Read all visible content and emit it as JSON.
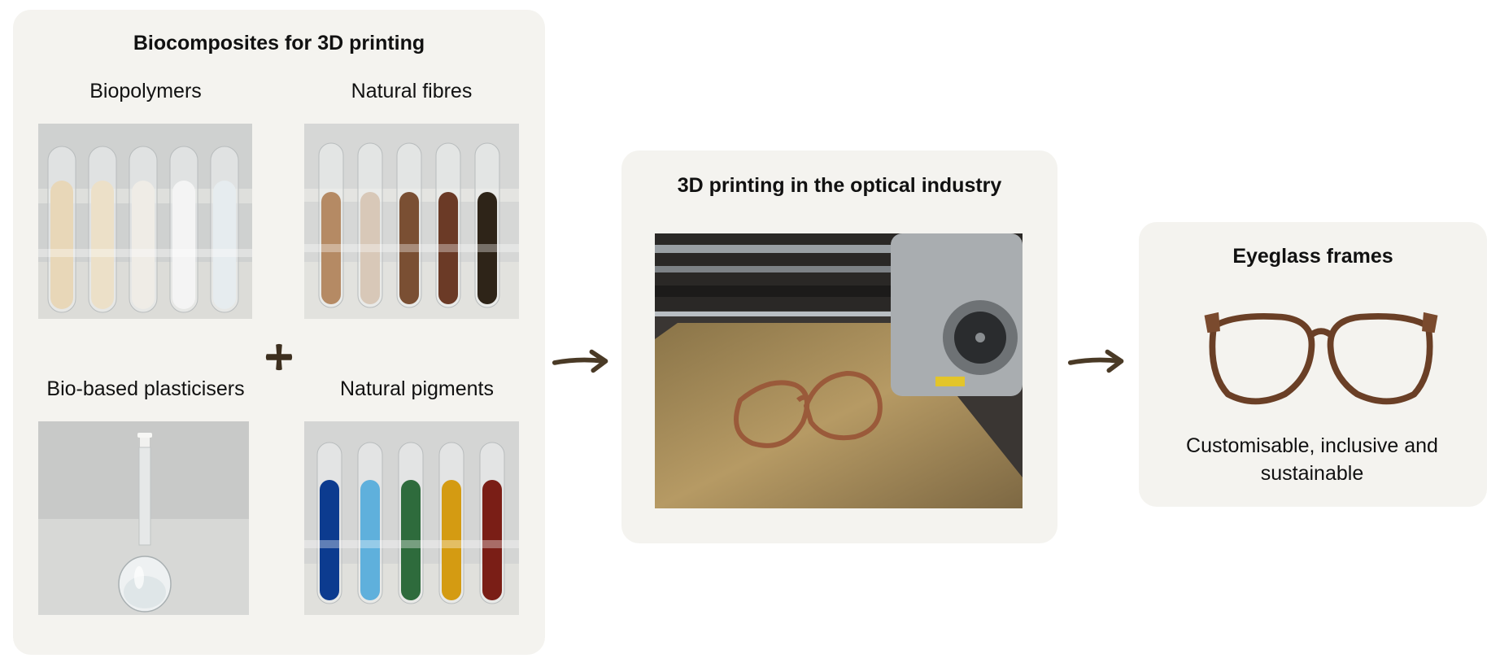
{
  "panels": {
    "biocomposites": {
      "title": "Biocomposites for 3D printing",
      "biopolymers": "Biopolymers",
      "natural_fibres": "Natural fibres",
      "plasticisers": "Bio-based plasticisers",
      "pigments": "Natural pigments"
    },
    "printing": {
      "title": "3D printing in the optical industry"
    },
    "frames": {
      "title": "Eyeglass frames",
      "caption": "Customisable, inclusive and sustainable"
    }
  },
  "colors": {
    "panel_bg": "#f4f3ef",
    "arrow": "#4a3a26",
    "fibres": [
      "#b58a64",
      "#d8c8b8",
      "#7a4f33",
      "#6b3a26",
      "#2e2418"
    ],
    "pigments": [
      "#0c3b8f",
      "#5fb0dc",
      "#2e6b3c",
      "#d49b12",
      "#7a1e16"
    ],
    "biopolymers": [
      "#e8d7b8",
      "#ece0c8",
      "#efece6",
      "#f4f4f4",
      "#e6ecef"
    ]
  }
}
